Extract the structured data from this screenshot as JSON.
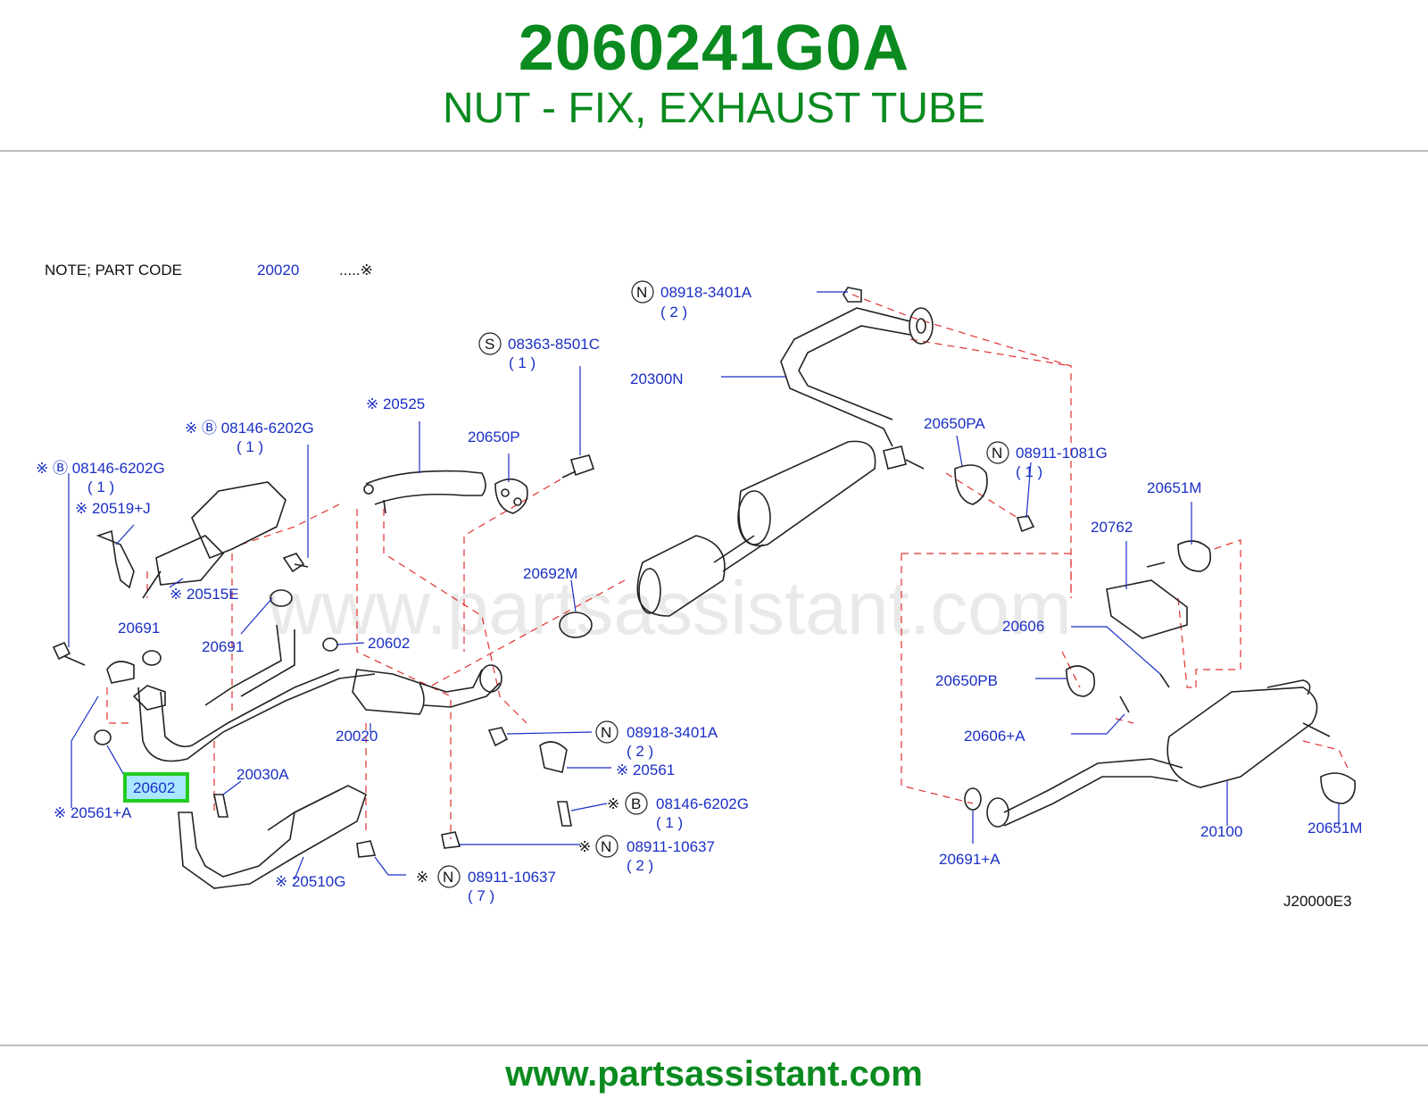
{
  "header": {
    "part_number": "2060241G0A",
    "part_description": "NUT - FIX, EXHAUST TUBE"
  },
  "diagram": {
    "note_prefix": "NOTE;  PART  CODE",
    "note_code": "20020",
    "note_suffix": ".....※",
    "watermark": "www.partsassistant.com",
    "figure_code": "J20000E3",
    "highlighted_label": "20602",
    "labels": {
      "l_n_08918_top": "08918-3401A",
      "q_2_top": "( 2 )",
      "l_s_08363": "08363-8501C",
      "q_1_s": "( 1 )",
      "l_20300n": "20300N",
      "l_20525": "※ 20525",
      "l_20650p": "20650P",
      "l_b_08146_a": "※ Ⓑ 08146-6202G",
      "q_1_ba": "( 1 )",
      "l_b_08146_b": "※ Ⓑ 08146-6202G",
      "q_1_bb": "( 1 )",
      "l_20519j": "※ 20519+J",
      "l_20515e": "※ 20515E",
      "l_20691_a": "20691",
      "l_20691_b": "20691",
      "l_20602_mid": "20602",
      "l_20692m": "20692M",
      "l_20020": "20020",
      "l_20030a": "20030A",
      "l_20561a": "※ 20561+A",
      "l_20510g": "※ 20510G",
      "l_n_08918_mid": "08918-3401A",
      "q_2_mid": "( 2 )",
      "l_20561": "※ 20561",
      "l_b_08146_c": "08146-6202G",
      "q_1_bc": "( 1 )",
      "l_n_08911_2": "08911-10637",
      "q_2_n2": "( 2 )",
      "l_n_08911_7": "08911-10637",
      "q_7": "( 7 )",
      "l_20650pa": "20650PA",
      "l_n_08911_1081": "08911-1081G",
      "q_1_n": "( 1 )",
      "l_20651m_top": "20651M",
      "l_20762": "20762",
      "l_20606": "20606",
      "l_20650pb": "20650PB",
      "l_20606a": "20606+A",
      "l_20100": "20100",
      "l_20651m_bot": "20651M",
      "l_20691a": "20691+A"
    }
  },
  "footer": {
    "url": "www.partsassistant.com"
  },
  "colors": {
    "brand_green": "#0a8a1f",
    "label_blue": "#1a2fc4",
    "highlight_green": "#22cc22",
    "dash_red": "#e03030"
  }
}
